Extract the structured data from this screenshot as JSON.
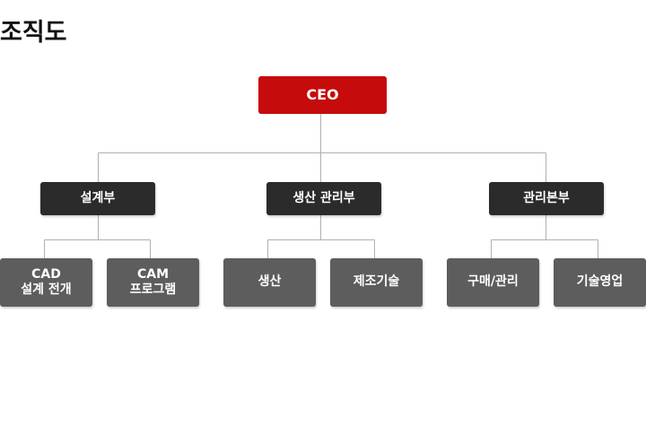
{
  "page": {
    "title": "조직도"
  },
  "colors": {
    "ceo": "#c50b0b",
    "division": "#2b2b2b",
    "team": "#5d5d5d",
    "connector": "#b0b0b0"
  },
  "org": {
    "ceo": {
      "label": "CEO"
    },
    "divisions": [
      {
        "label": "설계부",
        "teams": [
          {
            "lines": [
              "CAD",
              "설계 전개"
            ]
          },
          {
            "lines": [
              "CAM",
              "프로그램"
            ]
          }
        ]
      },
      {
        "label": "생산 관리부",
        "teams": [
          {
            "lines": [
              "생산"
            ]
          },
          {
            "lines": [
              "제조기술"
            ]
          }
        ]
      },
      {
        "label": "관리본부",
        "teams": [
          {
            "lines": [
              "구매/관리"
            ]
          },
          {
            "lines": [
              "기술영업"
            ]
          }
        ]
      }
    ]
  }
}
